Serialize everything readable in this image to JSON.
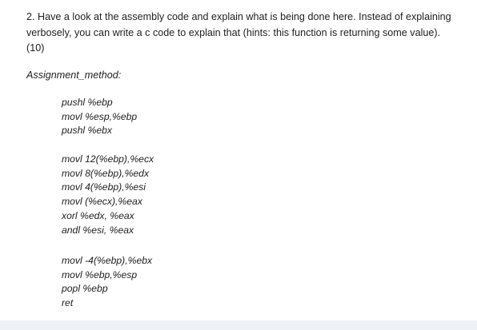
{
  "question": {
    "lines": [
      "2. Have a look at the assembly code and explain what is being done here. Instead of explaining",
      "verbosely, you can write a c code to explain that (hints: this function is returning some value).",
      "(10)"
    ]
  },
  "method_label": "Assignment_method:",
  "code": {
    "block1": [
      "pushl %ebp",
      "movl  %esp,%ebp",
      "pushl %ebx"
    ],
    "block2": [
      "movl 12(%ebp),%ecx",
      "movl 8(%ebp),%edx",
      "movl 4(%ebp),%esi",
      "movl (%ecx),%eax",
      "xorl %edx, %eax",
      "andl %esi, %eax"
    ],
    "block3": [
      "movl -4(%ebp),%ebx",
      "movl %ebp,%esp",
      "popl %ebp",
      "ret"
    ]
  }
}
